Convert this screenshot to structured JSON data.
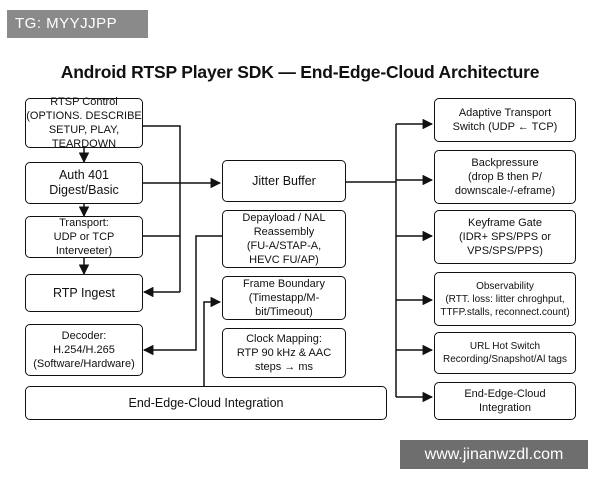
{
  "tag": "TG: MYYJJPP",
  "title": "Android RTSP Player SDK — End-Edge-Cloud Architecture",
  "left_boxes": [
    "RTSP Control\n(OPTIONS. DESCRIBE\nSETUP, PLAY, TEARDOWN",
    "Auth 401\nDigest/Basic",
    "Transport:\nUDP or TCP Interveeter)",
    "RTP Ingest",
    "Decoder:\nH.254/H.265\n(Software/Hardware)"
  ],
  "middle_boxes": [
    "Jitter Buffer",
    "Depayload / NAL\nReassembly\n(FU-A/STAP-A,\nHEVC FU/AP)",
    "Frame Boundary\n(Timestapp/M-bit/Timeout)",
    "Clock Mapping:\nRTP 90 kHz & AAC\nsteps → ms"
  ],
  "right_boxes": [
    "Adaptive Transport\nSwitch (UDP ← TCP)",
    "Backpressure\n(drop B then P/\ndownscale-/-eframe)",
    "Keyframe Gate\n(IDR+ SPS/PPS or\nVPS/SPS/PPS)",
    "Observability\n(RTT. loss: litter chroghput,\nTTFP.stalls, reconnect.count)",
    "URL Hot Switch\nRecording/Snapshot/Al tags",
    "End-Edge-Cloud\nIntegration"
  ],
  "bottom_box": "End-Edge-Cloud Integration",
  "watermark": "www.jinanwzdl.com"
}
